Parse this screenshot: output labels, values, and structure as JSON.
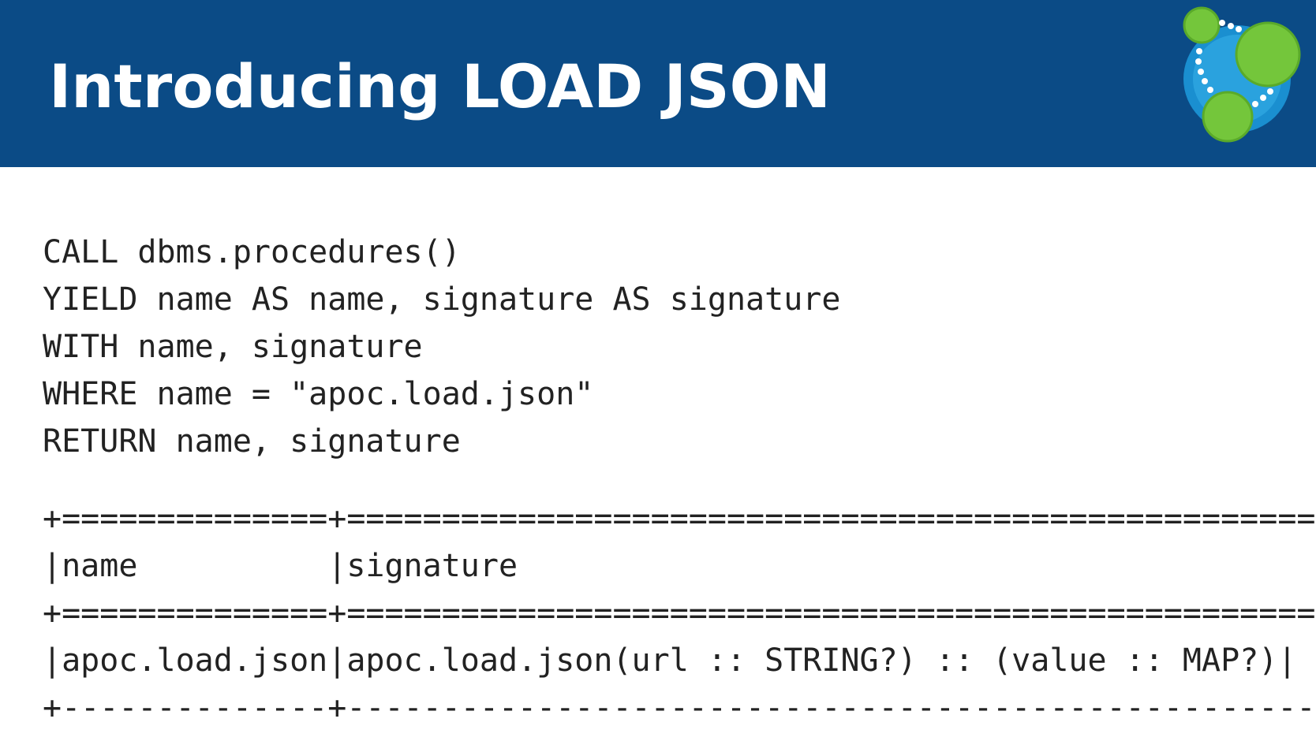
{
  "header": {
    "title": "Introducing LOAD JSON",
    "background_color": "#0b4b86",
    "logo_icon": "neo4j-logo-icon"
  },
  "query": {
    "lines": [
      "CALL dbms.procedures()",
      "YIELD name AS name, signature AS signature",
      "WITH name, signature",
      "WHERE name = \"apoc.load.json\"",
      "RETURN name, signature"
    ]
  },
  "result_table": {
    "border_top": "+==============+===================================================+",
    "header_row": "|name          |signature                                          |",
    "border_mid": "+==============+===================================================+",
    "data_row": "|apoc.load.json|apoc.load.json(url :: STRING?) :: (value :: MAP?)|",
    "border_bottom": "+--------------+---------------------------------------------------+",
    "columns": [
      "name",
      "signature"
    ],
    "rows": [
      [
        "apoc.load.json",
        "apoc.load.json(url :: STRING?) :: (value :: MAP?)"
      ]
    ]
  }
}
